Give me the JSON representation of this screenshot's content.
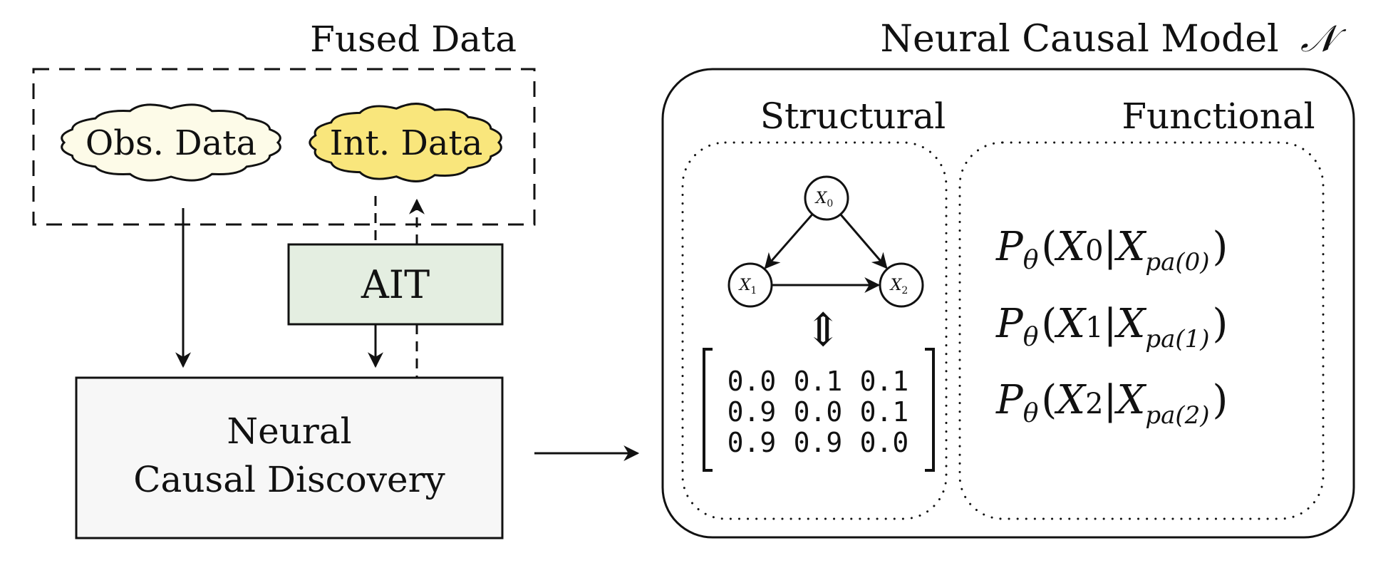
{
  "fused_data": {
    "title": "Fused Data",
    "obs_label": "Obs. Data",
    "int_label": "Int. Data"
  },
  "ait": {
    "label": "AIT"
  },
  "ncd": {
    "line1": "Neural",
    "line2": "Causal Discovery"
  },
  "ncm": {
    "title": "Neural Causal Model",
    "symbol": "𝒩",
    "structural_label": "Structural",
    "functional_label": "Functional",
    "graph": {
      "nodes": [
        {
          "id": "X0",
          "label": "X",
          "sub": "0"
        },
        {
          "id": "X1",
          "label": "X",
          "sub": "1"
        },
        {
          "id": "X2",
          "label": "X",
          "sub": "2"
        }
      ],
      "edges": [
        [
          "X0",
          "X1"
        ],
        [
          "X0",
          "X2"
        ],
        [
          "X1",
          "X2"
        ]
      ]
    },
    "equivalence_symbol": "⇕",
    "matrix": [
      [
        "0.0",
        "0.1",
        "0.1"
      ],
      [
        "0.9",
        "0.0",
        "0.1"
      ],
      [
        "0.9",
        "0.9",
        "0.0"
      ]
    ],
    "functional_equations": [
      {
        "p": "P",
        "theta": "θ",
        "x": "X",
        "i": "0",
        "pa": "pa(0)"
      },
      {
        "p": "P",
        "theta": "θ",
        "x": "X",
        "i": "1",
        "pa": "pa(1)"
      },
      {
        "p": "P",
        "theta": "θ",
        "x": "X",
        "i": "2",
        "pa": "pa(2)"
      }
    ]
  },
  "colors": {
    "obs_fill": "#fdfbe8",
    "int_fill": "#f9e67c",
    "ait_fill": "#e4eee1",
    "ncd_fill": "#f7f7f7",
    "stroke": "#111111"
  }
}
